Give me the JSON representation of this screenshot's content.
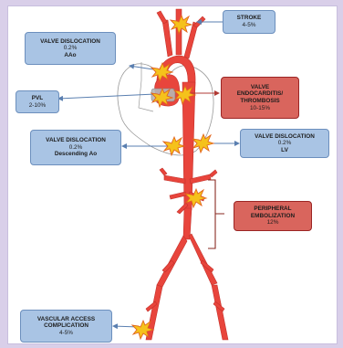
{
  "boxes": {
    "stroke": {
      "title": "STROKE",
      "value": "4-5%"
    },
    "valve_dislocation_aao": {
      "title": "VALVE DISLOCATION",
      "value": "0.2%",
      "site": "AAo"
    },
    "valve_endocarditis": {
      "title_line1": "VALVE",
      "title_line2": "ENDOCARDITIS/",
      "title_line3": "THROMBOSIS",
      "value": "10-15%"
    },
    "pvl": {
      "title": "PVL",
      "value": "2-10%"
    },
    "valve_dislocation_desc": {
      "title": "VALVE DISLOCATION",
      "value": "0.2%",
      "site": "Descending Ao"
    },
    "valve_dislocation_lv": {
      "title": "VALVE DISLOCATION",
      "value": "0.2%",
      "site": "LV"
    },
    "peripheral_embolization": {
      "title_line1": "PERIPHERAL",
      "title_line2": "EMBOLIZATION",
      "value": "12%"
    },
    "vascular_access": {
      "title_line1": "VASCULAR ACCESS",
      "title_line2": "COMPLICATION",
      "value": "4-5%"
    }
  },
  "colors": {
    "aorta": "#e8453c",
    "blue_box": "#a9c4e4",
    "red_box": "#d9655d",
    "star": "#f5c21b",
    "star_edge": "#e2651d"
  }
}
